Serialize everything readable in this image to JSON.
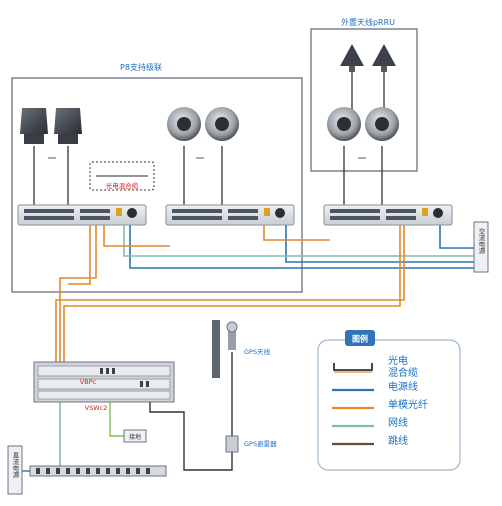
{
  "labels": {
    "p8_cascade": "P8支持级联",
    "external_prru": "外置天线pRRU",
    "hybrid_cable_tag": "光电混合缆",
    "vbp": "VBPc",
    "vsw": "VSWc2",
    "gps_antenna": "GPS天线",
    "gps_arrester": "GPS避雷器",
    "ac_power": "交流电源",
    "ground": "接地",
    "dc_power": "直流电源"
  },
  "legend": {
    "title": "图例",
    "items": [
      {
        "label": "光电\n混合缆",
        "color": "#333333",
        "kind": "hybrid"
      },
      {
        "label": "电源线",
        "color": "#2f74b5",
        "kind": "line"
      },
      {
        "label": "单模光纤",
        "color": "#e08a2c",
        "kind": "line"
      },
      {
        "label": "网线",
        "color": "#7fbfa8",
        "kind": "line"
      },
      {
        "label": "跳线",
        "color": "#6b4a2f",
        "kind": "line"
      }
    ]
  },
  "colors": {
    "frame": "#5a6472",
    "accent_text": "#1a6fc4",
    "red_text": "#d22020",
    "power": "#2f74b5",
    "fiber": "#e08a2c",
    "network": "#7fbfa8",
    "jumper": "#6b4a2f",
    "device": "#dfe3e8"
  }
}
